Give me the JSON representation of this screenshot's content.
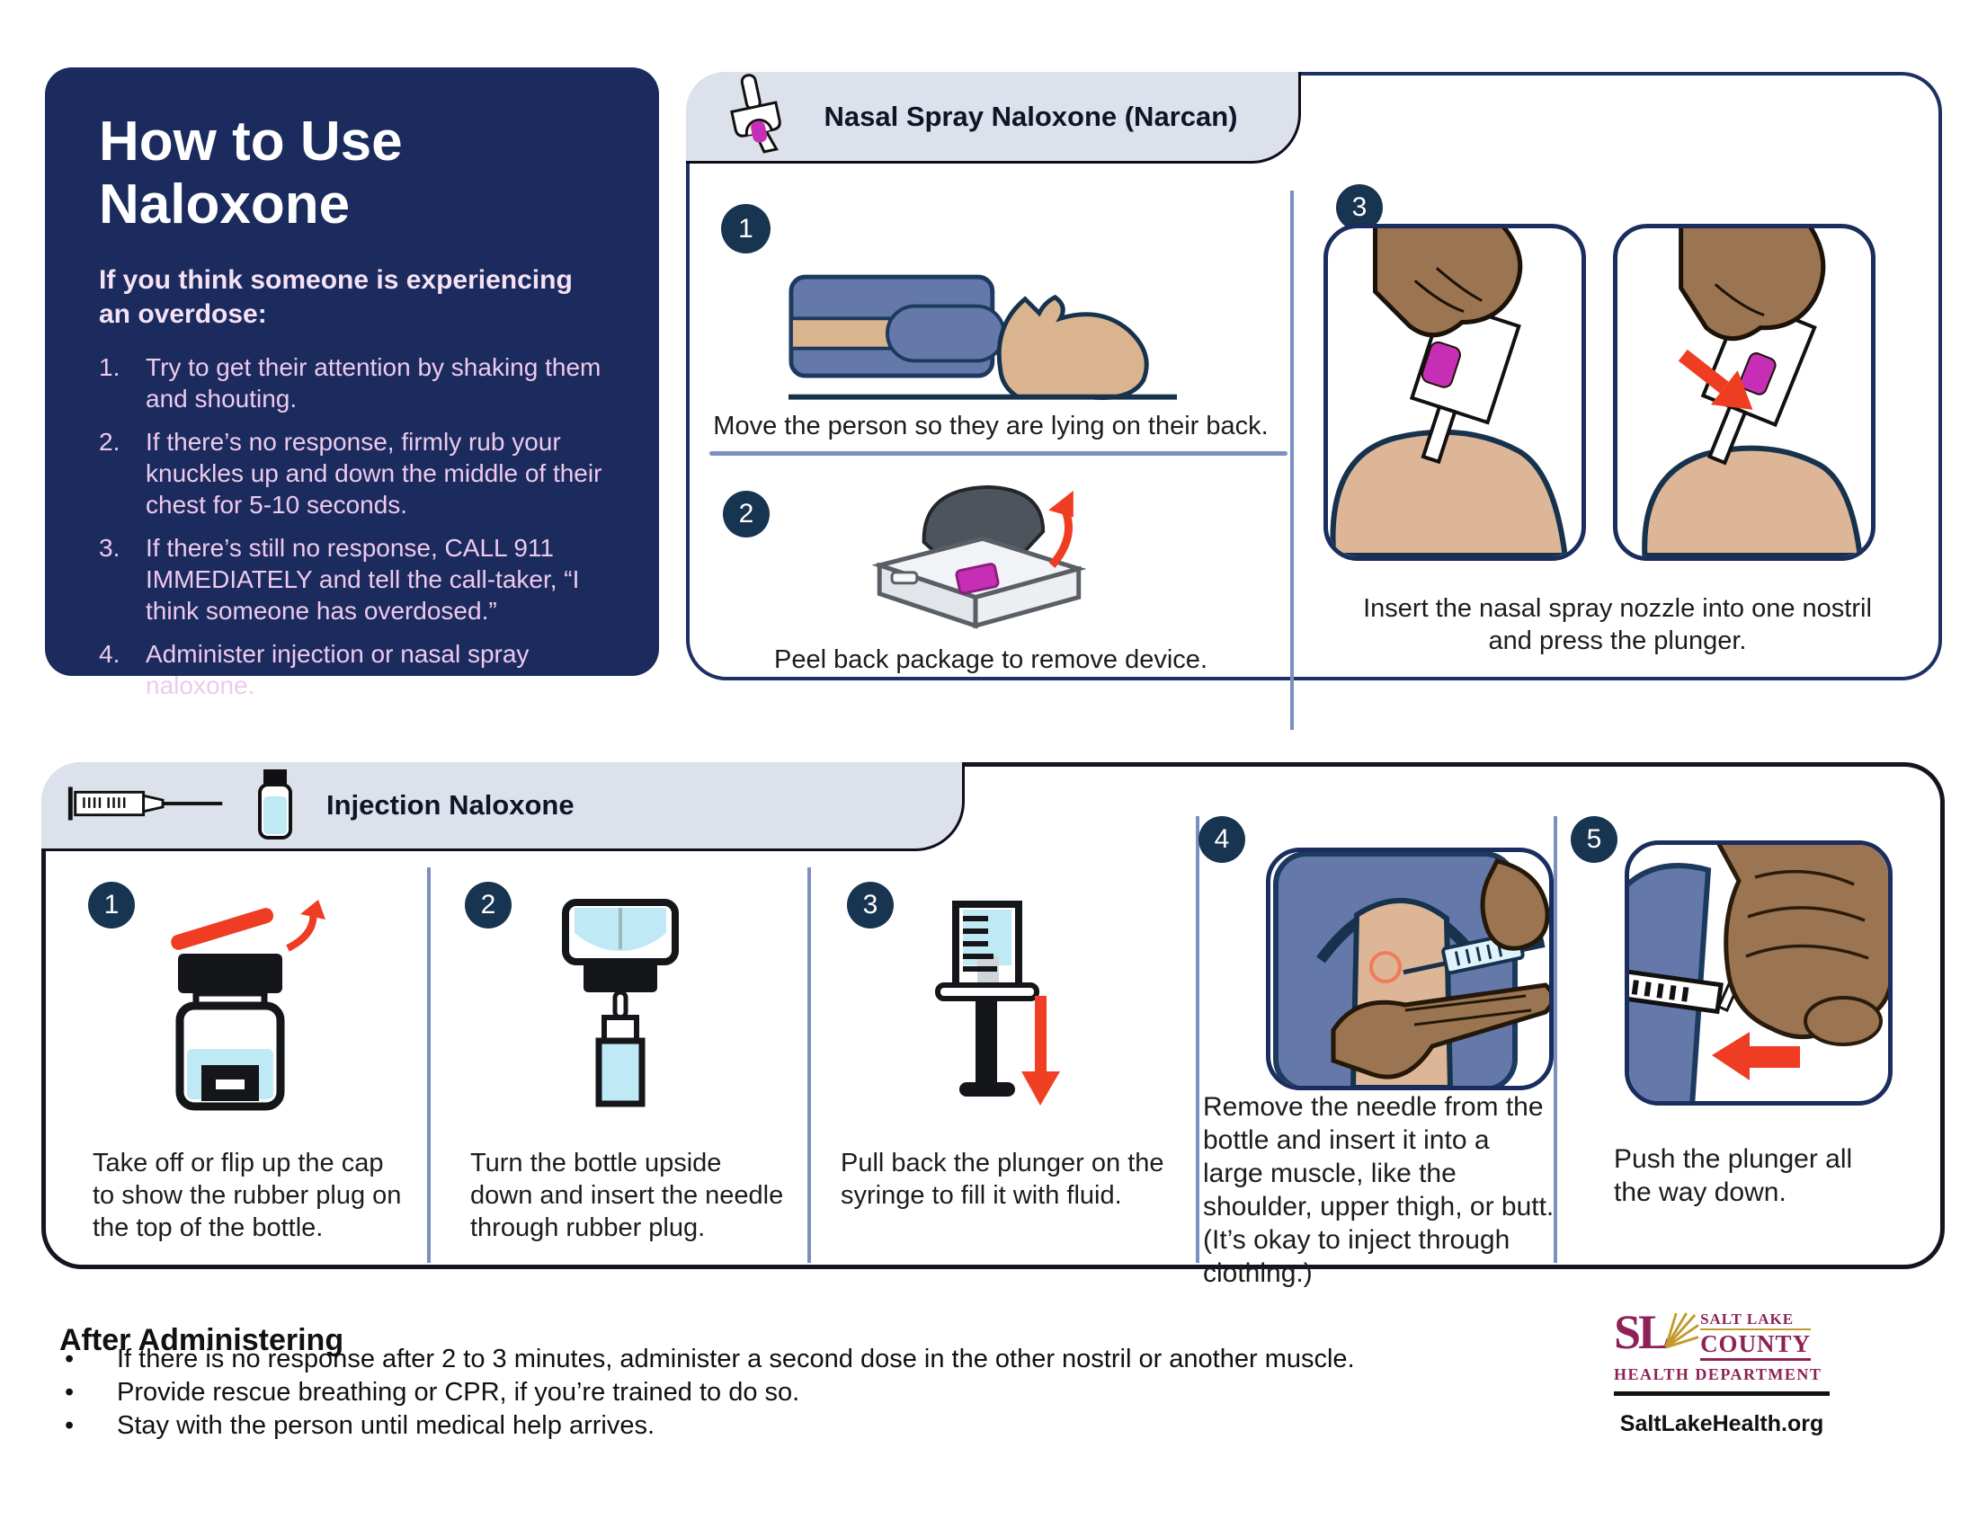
{
  "colors": {
    "panel_navy": "#1b2b5e",
    "panel_border": "#1e2f63",
    "injection_border": "#14161f",
    "tab_bg": "#dce1ec",
    "step_circle": "#173450",
    "divider_blue": "#7b90bf",
    "accent_red": "#ee3d23",
    "magenta": "#c62fb5",
    "skin_light": "#dcb697",
    "hand_brown": "#9b7451",
    "clothing_blue": "#6479aa",
    "fluid_blue": "#bfe9f5",
    "list_pink": "#eec9ec",
    "logo_maroon": "#8e2156",
    "logo_gold": "#c19a2b"
  },
  "left_panel": {
    "title": "How to Use Naloxone",
    "intro": "If you think someone is experiencing an overdose:",
    "steps": [
      {
        "num": "1.",
        "text": "Try to get their attention by shaking them and shouting."
      },
      {
        "num": "2.",
        "text": "If there’s no response, firmly rub your knuckles up and down the middle of their chest for 5-10 seconds."
      },
      {
        "num": "3.",
        "text": "If there’s still no response, CALL 911 IMMEDIATELY and tell the call-taker, “I think someone has overdosed.”"
      },
      {
        "num": "4.",
        "text": "Administer injection or nasal spray naloxone."
      }
    ]
  },
  "nasal_panel": {
    "title": "Nasal Spray Naloxone (Narcan)",
    "steps": [
      {
        "num": "1",
        "caption": "Move the person so they are lying on their back."
      },
      {
        "num": "2",
        "caption": "Peel back package to remove device."
      },
      {
        "num": "3",
        "caption": "Insert the nasal spray nozzle into one nostril and press the plunger."
      }
    ]
  },
  "injection_panel": {
    "title": "Injection Naloxone",
    "steps": [
      {
        "num": "1",
        "caption": "Take off or flip up the cap to show the rubber plug on the top of the bottle."
      },
      {
        "num": "2",
        "caption": "Turn the bottle upside down and insert the needle through rubber plug."
      },
      {
        "num": "3",
        "caption": "Pull back the plunger on the syringe to fill it with fluid."
      },
      {
        "num": "4",
        "caption": "Remove the needle from the bottle and insert it into a large muscle, like the shoulder, upper thigh, or butt. (It’s okay to inject through clothing.)"
      },
      {
        "num": "5",
        "caption": "Push the plunger all the way down."
      }
    ]
  },
  "after": {
    "title": "After Administering",
    "bullets": [
      "If there is no response after 2 to 3 minutes, administer a second dose in the other nostril or another muscle.",
      "Provide rescue breathing or CPR, if you’re trained to do so.",
      "Stay with the person until medical help arrives."
    ]
  },
  "footer": {
    "sl": "SL",
    "county_line1": "SALT LAKE",
    "county_line2": "COUNTY",
    "dept": "HEALTH DEPARTMENT",
    "website": "SaltLakeHealth.org"
  }
}
